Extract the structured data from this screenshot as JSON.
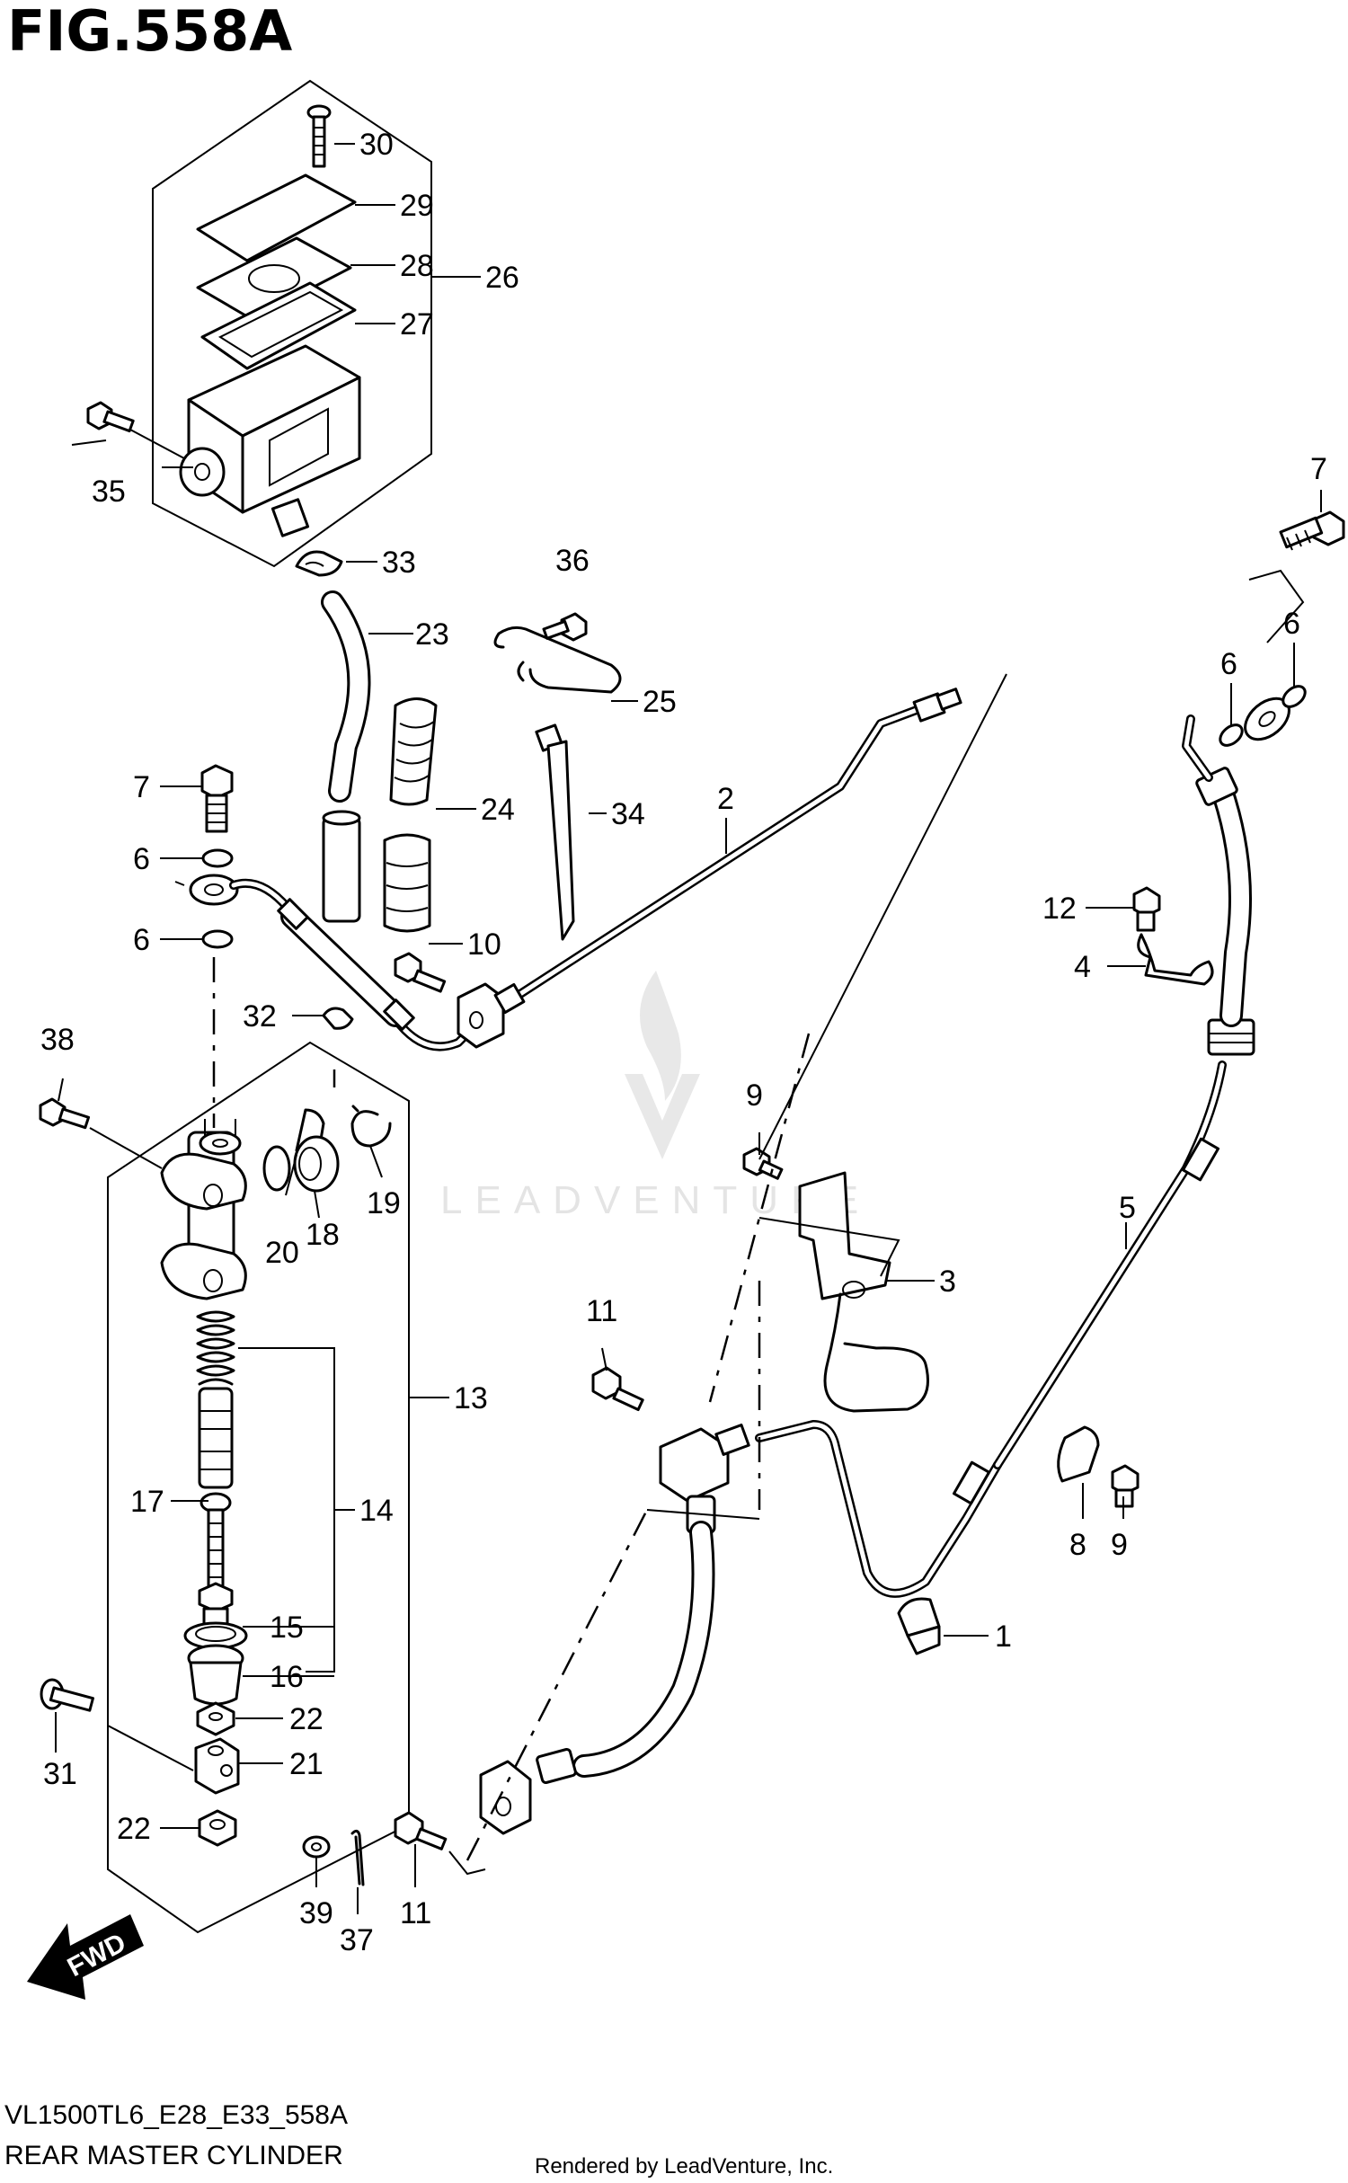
{
  "figure_title": "FIG.558A",
  "footer": {
    "model_code": "VL1500TL6_E28_E33_558A",
    "section_name": "REAR MASTER CYLINDER",
    "rendered_by": "Rendered by LeadVenture, Inc."
  },
  "watermark": "LEADVENTURE",
  "fwd_label": "FWD",
  "callouts": {
    "c1": "1",
    "c2": "2",
    "c3": "3",
    "c4": "4",
    "c5": "5",
    "c6a": "6",
    "c6b": "6",
    "c6c": "6",
    "c6d": "6",
    "c7a": "7",
    "c7b": "7",
    "c8": "8",
    "c9a": "9",
    "c9b": "9",
    "c10": "10",
    "c11a": "11",
    "c11b": "11",
    "c12": "12",
    "c13": "13",
    "c14": "14",
    "c15": "15",
    "c16": "16",
    "c17": "17",
    "c18": "18",
    "c19": "19",
    "c20": "20",
    "c21": "21",
    "c22a": "22",
    "c22b": "22",
    "c23": "23",
    "c24": "24",
    "c25": "25",
    "c26": "26",
    "c27": "27",
    "c28": "28",
    "c29": "29",
    "c30": "30",
    "c31": "31",
    "c32": "32",
    "c33": "33",
    "c34": "34",
    "c35": "35",
    "c36": "36",
    "c37": "37",
    "c38": "38",
    "c39": "39"
  }
}
